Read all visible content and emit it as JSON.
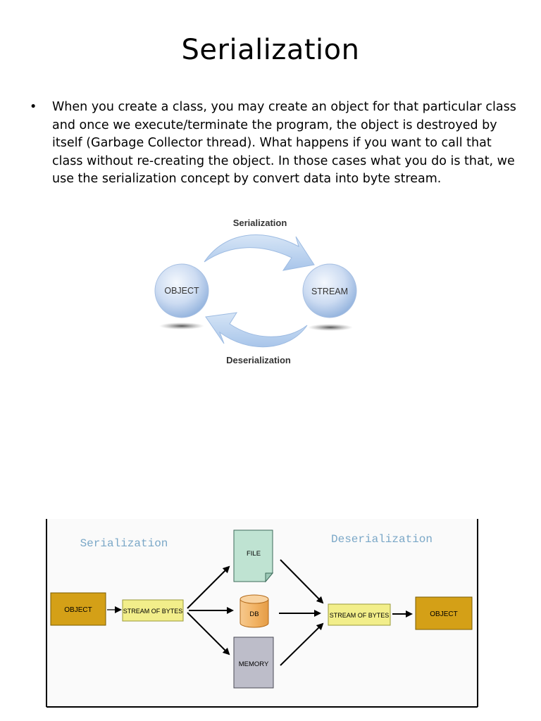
{
  "title": "Serialization",
  "bullet": {
    "marker": "•",
    "text": "When you create a class, you may create an object for that particular class and once we execute/terminate the program, the object is destroyed by itself (Garbage Collector thread). What happens if you want to call that class without re-creating the object. In those cases what you do is that, we use the serialization concept by convert data into byte stream."
  },
  "cycle_diagram": {
    "top_arrow_label": "Serialization",
    "bottom_arrow_label": "Deserialization",
    "left_node": "OBJECT",
    "right_node": "STREAM",
    "colors": {
      "sphere_light": "#e8f0fb",
      "sphere_dark": "#8fb0dc",
      "arrow": "#b9d2ef"
    }
  },
  "flow_diagram": {
    "serialization_heading": "Serialization",
    "deserialization_heading": "Deserialization",
    "source_object": "OBJECT",
    "source_stream": "STREAM OF BYTES",
    "storage_file": "FILE",
    "storage_db": "DB",
    "storage_memory": "MEMORY",
    "target_stream": "STREAM OF BYTES",
    "target_object": "OBJECT",
    "colors": {
      "object_box": "#d4a017",
      "stream_box": "#f2ee8a",
      "file_box": "#bfe3d2",
      "db_cylinder": "#f3b873",
      "memory_box": "#bdbdc9",
      "heading_text": "#7aa7c7"
    }
  }
}
